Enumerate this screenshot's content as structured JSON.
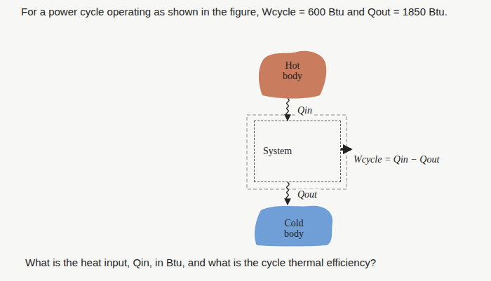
{
  "diagram": {
    "title": "For a power cycle operating as shown in the figure, Wcycle = 600 Btu and Qout = 1850 Btu.",
    "caption": "What is the heat input, Qin, in Btu, and what is the cycle thermal efficiency?",
    "nodes": [
      {
        "text": [
          "Hot body"
        ]
      },
      {
        "text": [
          "System"
        ]
      },
      {
        "text": [
          "Cold body"
        ]
      }
    ],
    "edges": [
      {
        "from": 0,
        "to": 1,
        "label": "Qin",
        "arrow": "to"
      },
      {
        "from": 1,
        "to": 2,
        "label": "Qout",
        "arrow": "to"
      }
    ],
    "labels": [
      "Wcycle = Qin − Qout"
    ]
  }
}
